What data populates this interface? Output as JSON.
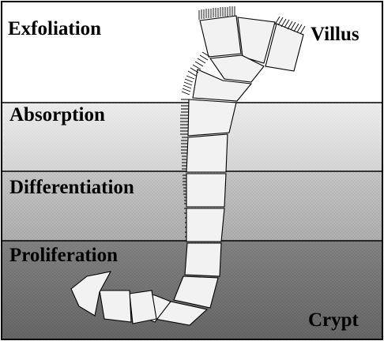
{
  "zones": [
    {
      "label": "Exfoliation"
    },
    {
      "label": "Absorption"
    },
    {
      "label": "Differentiation"
    },
    {
      "label": "Proliferation"
    }
  ],
  "labels": {
    "villus": "Villus",
    "crypt": "Crypt"
  }
}
